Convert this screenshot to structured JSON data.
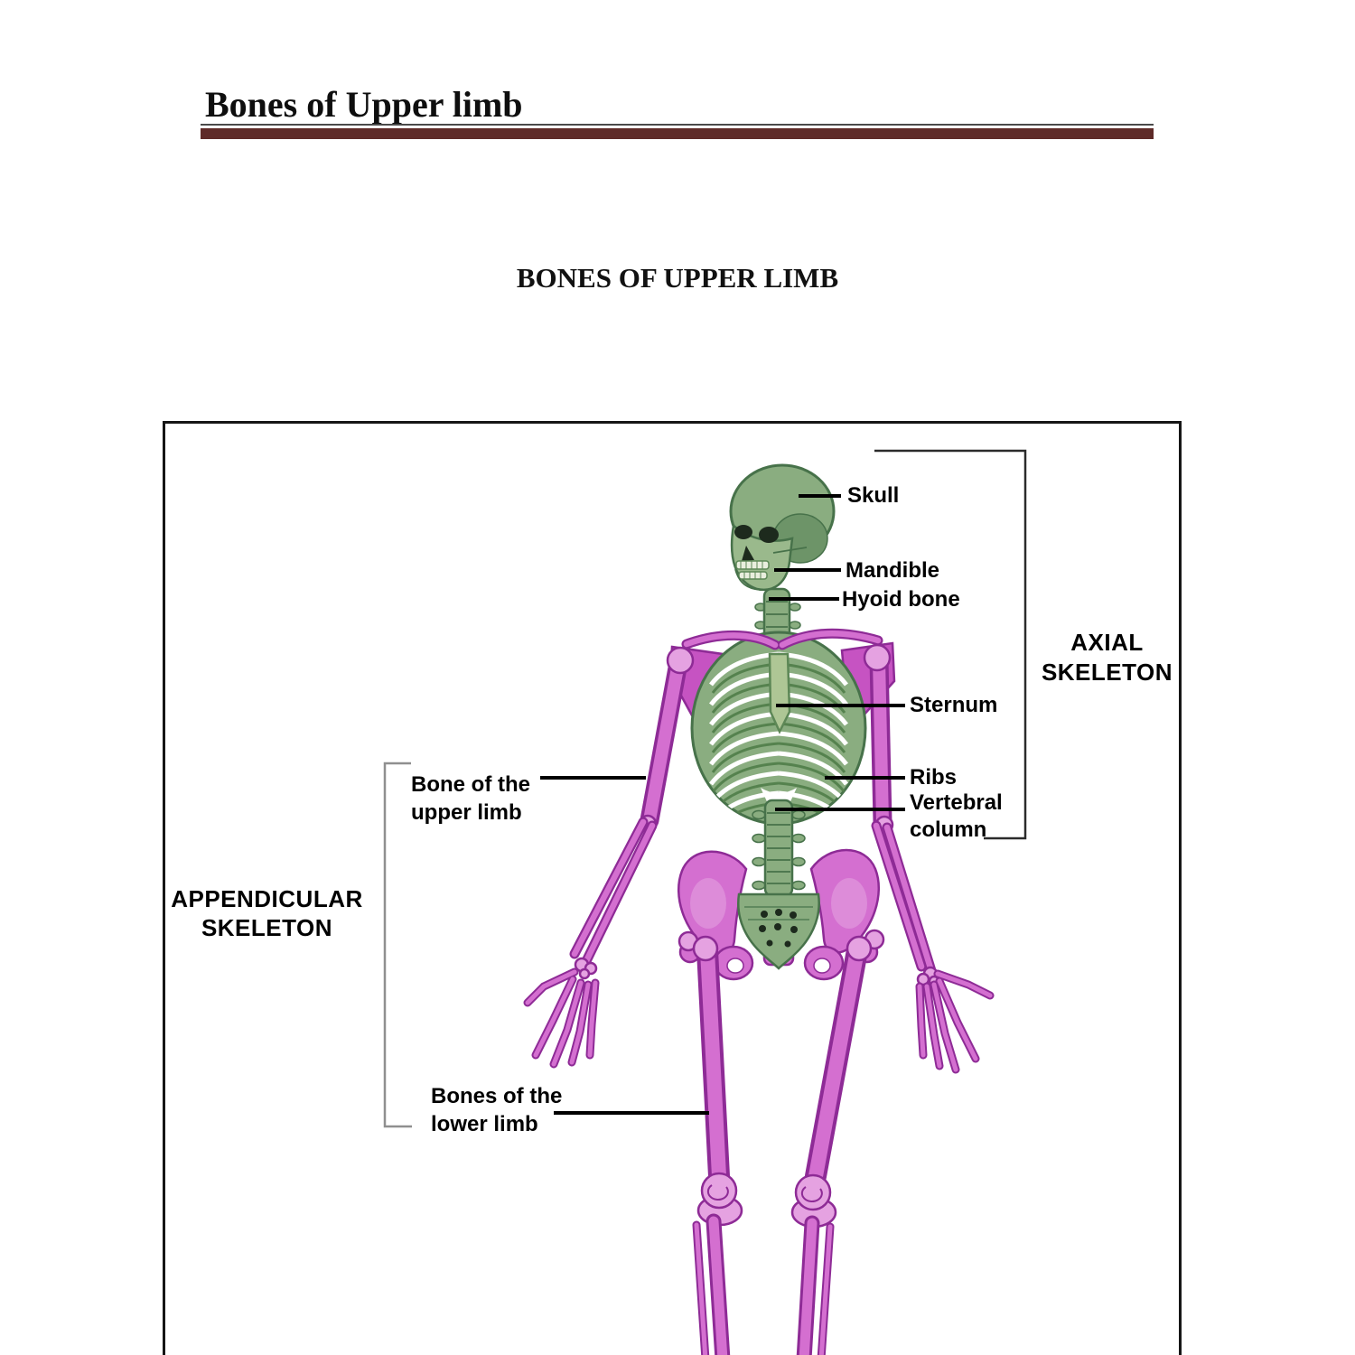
{
  "page": {
    "title": "Bones of Upper limb",
    "heading": "BONES OF UPPER LIMB"
  },
  "figure": {
    "callouts": {
      "skull": "Skull",
      "mandible": "Mandible",
      "hyoid_bone": "Hyoid bone",
      "sternum": "Sternum",
      "ribs": "Ribs",
      "vertebral_column_line1": "Vertebral",
      "vertebral_column_line2": "column",
      "axial_line1": "AXIAL",
      "axial_line2": "SKELETON",
      "appendicular_line1": "APPENDICULAR",
      "appendicular_line2": "SKELETON",
      "upper_limb_line1": "Bone of the",
      "upper_limb_line2": "upper limb",
      "lower_limb_line1": "Bones of the",
      "lower_limb_line2": "lower limb"
    }
  },
  "colors": {
    "title_rule_bar": "#5e2a28",
    "axial_skeleton_green": "#8aad80",
    "appendicular_skeleton_magenta": "#d46fd0"
  }
}
